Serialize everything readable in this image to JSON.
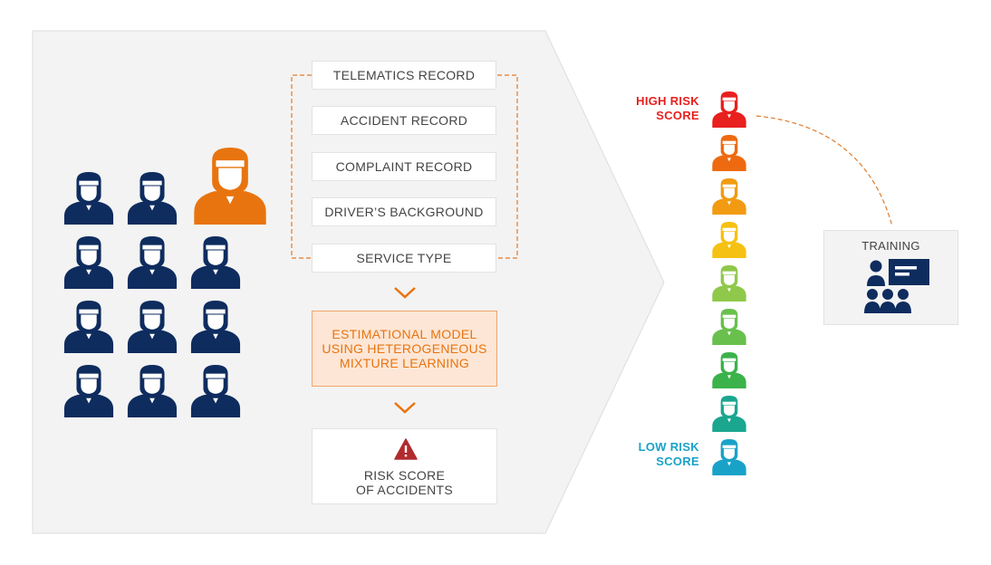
{
  "records": [
    {
      "label": "TELEMATICS RECORD"
    },
    {
      "label": "ACCIDENT RECORD"
    },
    {
      "label": "COMPLAINT RECORD"
    },
    {
      "label": "DRIVER’S BACKGROUND"
    },
    {
      "label": "SERVICE TYPE"
    }
  ],
  "model": {
    "line1": "ESTIMATIONAL MODEL",
    "line2": "USING HETEROGENEOUS",
    "line3": "MIXTURE LEARNING"
  },
  "risk": {
    "line1": "RISK SCORE",
    "line2": "OF ACCIDENTS"
  },
  "scale": {
    "high_line1": "HIGH RISK",
    "high_line2": "SCORE",
    "low_line1": "LOW RISK",
    "low_line2": "SCORE",
    "high_color": "#e8201e",
    "low_color": "#19a2c8",
    "colors": [
      "#e8201e",
      "#ee6a10",
      "#f29b12",
      "#f5c112",
      "#8fc84a",
      "#69c04c",
      "#3bb24a",
      "#1aa68f",
      "#19a2c8"
    ]
  },
  "training": {
    "label": "TRAINING"
  },
  "colors": {
    "navy": "#0e2c5e",
    "orange": "#e8740f",
    "panel": "#f3f3f3",
    "border": "#dddddd",
    "accent_dash": "#e07b2a",
    "warning": "#b12a2e"
  },
  "icons": {
    "driver": "driver-helmet-icon",
    "warning": "warning-triangle-icon",
    "training": "classroom-training-icon",
    "chevron": "chevron-down-icon"
  }
}
